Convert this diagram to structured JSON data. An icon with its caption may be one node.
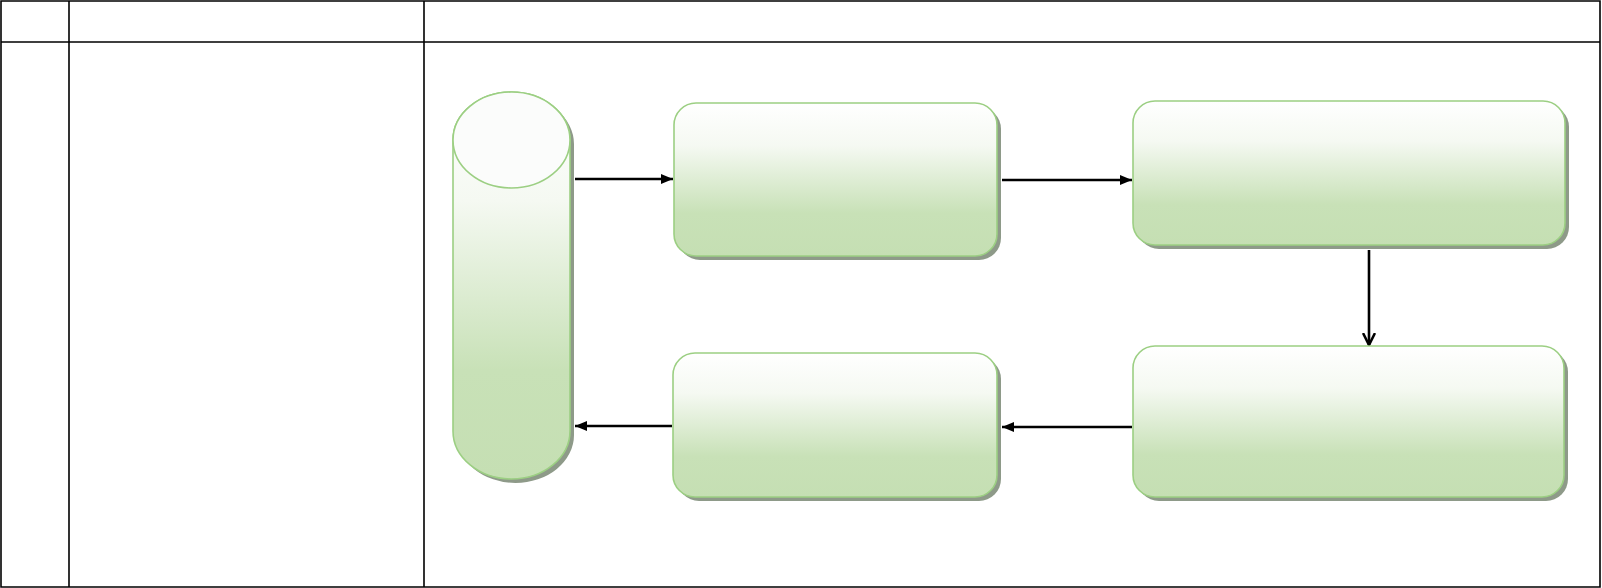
{
  "diagram": {
    "nodes": [
      {
        "text": [],
        "shape": "cylinder"
      },
      {
        "text": [],
        "shape": "box"
      },
      {
        "text": [],
        "shape": "box"
      },
      {
        "text": [],
        "shape": "box"
      },
      {
        "text": [],
        "shape": "box"
      }
    ],
    "edges": [
      {
        "from": 0,
        "to": 1,
        "arrow": "to"
      },
      {
        "from": 1,
        "to": 2,
        "arrow": "to"
      },
      {
        "from": 2,
        "to": 4,
        "arrow": "to"
      },
      {
        "from": 4,
        "to": 3,
        "arrow": "to"
      },
      {
        "from": 3,
        "to": 0,
        "arrow": "to"
      }
    ]
  }
}
